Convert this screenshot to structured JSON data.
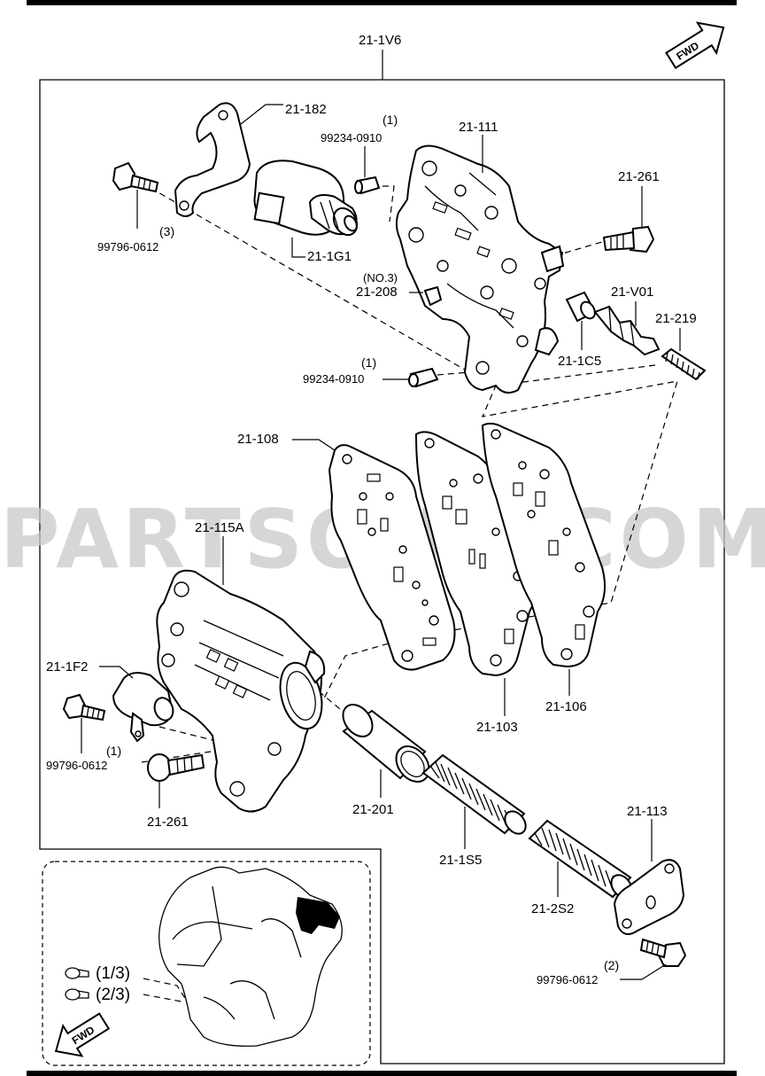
{
  "assembly": {
    "code": "21-1V6"
  },
  "fwd_labels": {
    "top": "FWD",
    "inset": "FWD"
  },
  "watermark": "PARTSOUQ.COM",
  "parts": {
    "p182": "21-182",
    "p111": "21-111",
    "p261_top": "21-261",
    "p1G1": "21-1G1",
    "pV01": "21-V01",
    "p219": "21-219",
    "p208": "21-208",
    "p208_note": "(NO.3)",
    "p1C5": "21-1C5",
    "p108": "21-108",
    "p115A": "21-115A",
    "p1F2": "21-1F2",
    "p103": "21-103",
    "p106": "21-106",
    "p201": "21-201",
    "p261_bottom": "21-261",
    "p1S5": "21-1S5",
    "p2S2": "21-2S2",
    "p113": "21-113"
  },
  "bolts": {
    "b_top_left": {
      "code": "99796-0612",
      "qty": "(3)"
    },
    "b_left": {
      "code": "99796-0612",
      "qty": "(1)"
    },
    "b_bottom_right": {
      "code": "99796-0612",
      "qty": "(2)"
    }
  },
  "pins": {
    "pin_top": {
      "code": "99234-0910",
      "qty": "(1)"
    },
    "pin_mid": {
      "code": "99234-0910",
      "qty": "(1)"
    }
  },
  "inset_legend": [
    {
      "text": "(1/3)"
    },
    {
      "text": "(2/3)"
    }
  ]
}
